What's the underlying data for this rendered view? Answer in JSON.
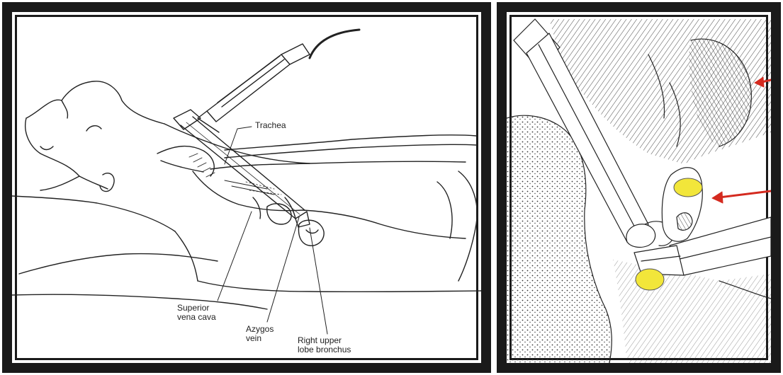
{
  "left_illustration": {
    "labels": {
      "trachea": "Trachea",
      "svc": "Superior\nvena cava",
      "azygos": "Azygos\nvein",
      "bronchus": "Right upper\nlobe bronchus"
    }
  },
  "right_illustration": {
    "marker_color": "#f2e63a",
    "arrow_color": "#d42a1f"
  }
}
